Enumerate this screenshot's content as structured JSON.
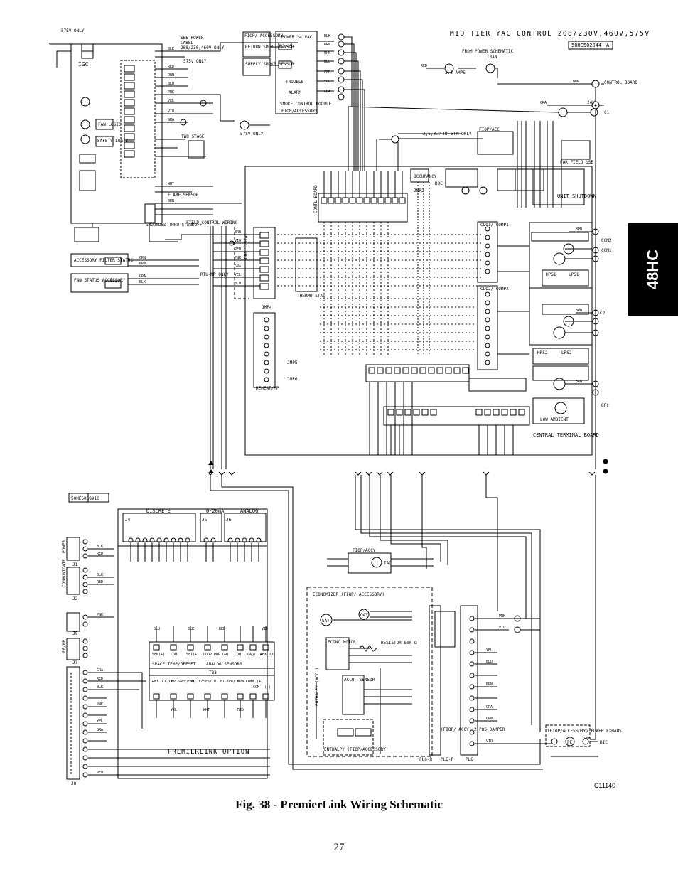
{
  "header": {
    "title": "MID TIER YAC CONTROL 208/230V,460V,575V",
    "drawing_no": "50HE502044",
    "rev": "A"
  },
  "side_tab": "48HC",
  "labels": {
    "v575_only": "575V ONLY",
    "see_power": "SEE POWER",
    "label": "LABEL",
    "voltages": "208/230,460V ONLY",
    "v575_only_2": "575V ONLY",
    "igc": "IGC",
    "fiop_accessory": "FIOP/ ACCESSORY",
    "return_smoke": "RETURN SMOKE SENSOR",
    "supply_smoke": "SUPPLY SMOKE SENSOR",
    "power_24vac": "POWER 24 VAC",
    "rj45": "RJ-45",
    "trouble": "TROUBLE",
    "alarm": "ALARM",
    "smoke_module": "SMOKE CONTROL MODULE",
    "fiop_accessory_2": "FIOP/ACCESSORY",
    "from_power": "FROM POWER SCHEMATIC",
    "tran": "TRAN",
    "amps": "3.2 AMPS",
    "control_board": "CONTROL BOARD",
    "v24": "24V",
    "c1": "C1",
    "fan_logic": "FAN LOGIC",
    "safety_logic": "SAFETY LOGIC",
    "two_stage": "TWO STAGE",
    "flame_sensor": "FLAME SENSOR",
    "grounded": "GROUNDED THRU STANDOFF",
    "field_wiring": "FIELD CONTROL WIRING",
    "acc_filter": "ACCESSORY FILTER STATUS",
    "fan_status": "FAN STATUS ACCESSORY",
    "rtu_mp": "RTU-MP ONLY",
    "v575_only_3": "575V ONLY",
    "jfan": "2,5,3.7 HP 3FN ONLY",
    "fiop_acc": "FIOP/ACC",
    "cntl_board": "CONTL BOARD",
    "occupancy": "OCCUPANCY",
    "jmp2": "JMP2",
    "ddc": "DDC",
    "unit_shutdown": "UNIT SHUTDOWN",
    "for_field_use": "FOR FIELD USE",
    "ddc_tstat": "DDC T-STAT",
    "thermostat": "THERMO-STAT",
    "jmp4": "JMP4",
    "jmp5": "JMP5",
    "jmp6": "JMP6",
    "reheat": "REHEAT/HP",
    "clo1": "CLO1/ COMP1",
    "clo2": "CLO2/ COMP2",
    "ccm1": "CCM1",
    "ccm2": "CCM2",
    "hps1": "HPS1",
    "lps1": "LPS1",
    "hps2": "HPS2",
    "lps2": "LPS2",
    "c2": "C2",
    "ofc": "OFC",
    "low_ambient": "LOW AMBIENT",
    "central_board": "CENTRAL TERMINAL BOARD",
    "pl_doc": "50HE500891",
    "pl_rev": "C",
    "j4": "J4",
    "discrete": "DISCRETE",
    "j5": "J5",
    "ma": "0-20mA",
    "j6": "J6",
    "analog": "ANALOG",
    "power": "POWER",
    "communicate": "COMMUNICATE",
    "j1": "J1",
    "j2": "J2",
    "j9": "J9",
    "ppmp": "PP/MP",
    "j7": "J7",
    "j8": "J8",
    "fiop_accy": "FIOP/ACCY",
    "iaq": "IAQ",
    "economizer": "ECONOMIZER (FIOP/ ACCESSORY)",
    "oat": "OAT",
    "sat": "SAT",
    "resistor": "RESISTOR 500 Ω",
    "econo_motor": "ECONO MOTOR",
    "accu_sensor": "ACCU- SENSOR",
    "enthalpy": "ENTHALPY (ACC.)",
    "enthalpy_fiop": "ENTHALPY (FIOP/ACCESSORY)",
    "pl6r": "PL6-R",
    "pl6p": "PL6-P",
    "pl6": "PL6",
    "damper": "(FIOP/ ACCY) 2-POS DAMPER",
    "power_exhaust": "(FIOP/ACCESSORY) POWER EXHAUST",
    "pe": "PE",
    "dic": "DIC",
    "tb3": "TB3",
    "space_temp": "SPACE TEMP/OFFSET",
    "analog_sensors": "ANALOG SENSORS",
    "premierlink": "PREMIERLINK OPTION",
    "term_top": [
      "SEN(+)",
      "COM",
      "SET(+)",
      "LOOP PWR",
      "IAQ",
      "COM",
      "OAQ/ IRH",
      "AUX OUT"
    ],
    "term_bot": [
      "RMT OCC/ G",
      "CMP SAFE/ Y1",
      "FSD/ Y2",
      "SFS/ W1",
      "FILTER/ W2",
      "CCN COMM (+)",
      "COM",
      "(-)"
    ]
  },
  "wires": [
    "BLK",
    "RED",
    "ORN",
    "BLU",
    "PNK",
    "YEL",
    "GRA",
    "BRN",
    "VIO",
    "WHT"
  ],
  "caption": "Fig. 38 - PremierLink Wiring Schematic",
  "figure_code": "C11140",
  "page_number": "27"
}
